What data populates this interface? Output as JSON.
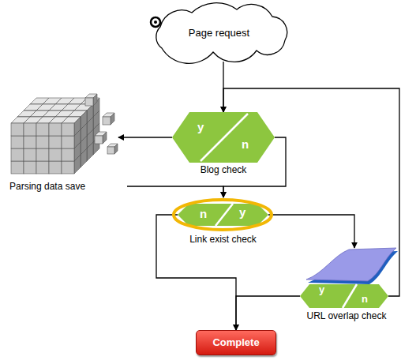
{
  "diagram": {
    "nodes": [
      {
        "text": [
          "Page request"
        ]
      },
      {
        "text": [
          "y",
          "n",
          "Blog check"
        ]
      },
      {
        "text": [
          "Parsing data save"
        ]
      },
      {
        "text": [
          "n",
          "y",
          "Link exist check"
        ]
      },
      {
        "text": [
          "y",
          "n",
          "URL overlap check"
        ]
      },
      {
        "text": [
          "Complete"
        ]
      }
    ],
    "edges": [
      {
        "from": 0,
        "to": 1,
        "arrow": "to"
      },
      {
        "from": 1,
        "to": 2,
        "arrow": "to"
      },
      {
        "from": 1,
        "to": 3,
        "arrow": "to"
      },
      {
        "from": 2,
        "to": 3,
        "arrow": "to"
      },
      {
        "from": 3,
        "to": 4,
        "arrow": "to"
      },
      {
        "from": 3,
        "to": 5,
        "arrow": "to"
      },
      {
        "from": 4,
        "to": 5,
        "arrow": "to"
      },
      {
        "from": 4,
        "to": 1,
        "arrow": "to"
      }
    ]
  }
}
